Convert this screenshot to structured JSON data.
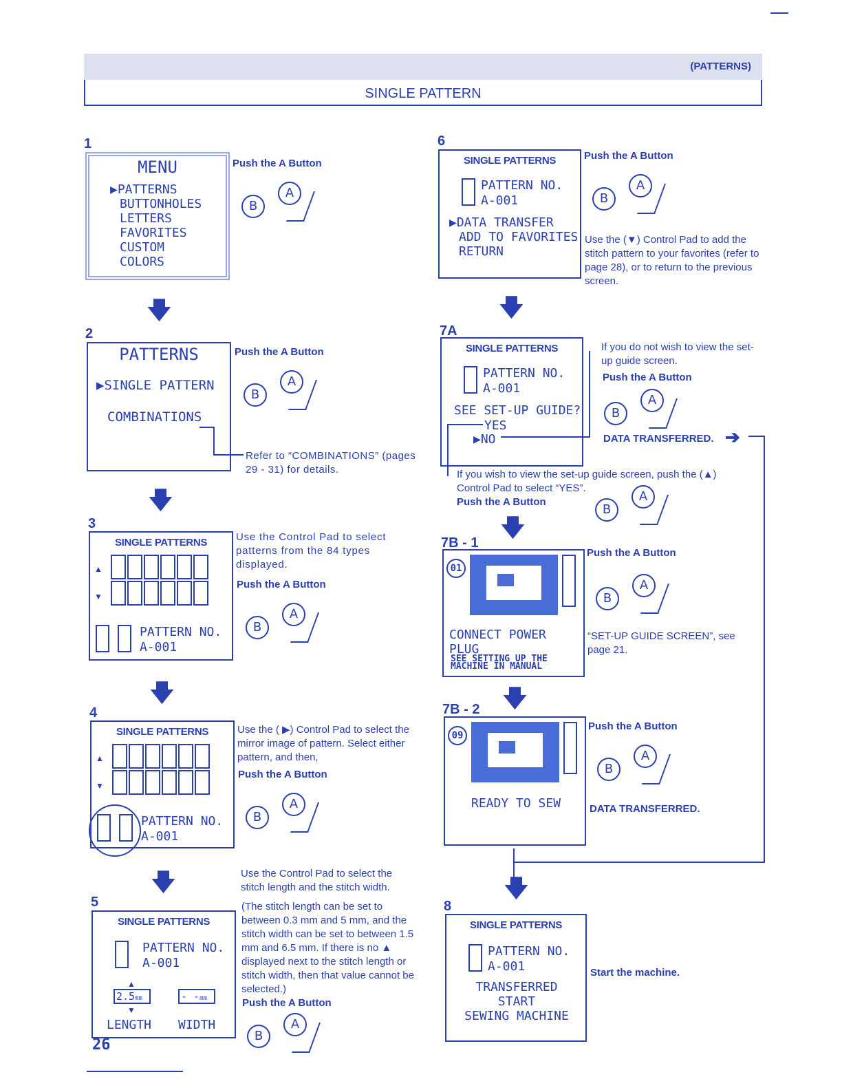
{
  "header": {
    "tag": "(PATTERNS)",
    "title": "SINGLE PATTERN"
  },
  "steps": {
    "s1": {
      "num": "1",
      "lcd_title": "MENU",
      "items": [
        "PATTERNS",
        "BUTTONHOLES",
        "LETTERS",
        "FAVORITES",
        "CUSTOM",
        "COLORS"
      ],
      "push": "Push the A Button"
    },
    "s2": {
      "num": "2",
      "lcd_title": "PATTERNS",
      "item1": "SINGLE PATTERN",
      "item2": "COMBINATIONS",
      "push": "Push the A Button",
      "note": "Refer to “COMBINATIONS” (pages 29 - 31) for details."
    },
    "s3": {
      "num": "3",
      "lcd_title": "SINGLE PATTERNS",
      "pattern_label": "PATTERN NO.",
      "pattern_no": "A-001",
      "note": "Use the Control Pad to select patterns from the 84 types displayed.",
      "push": "Push the A Button"
    },
    "s4": {
      "num": "4",
      "lcd_title": "SINGLE PATTERNS",
      "pattern_label": "PATTERN NO.",
      "pattern_no": "A-001",
      "note": "Use the ( ▶) Control Pad to select the mirror image of pattern. Select either pattern, and then,",
      "push": "Push the A Button"
    },
    "s5": {
      "num": "5",
      "lcd_title": "SINGLE PATTERNS",
      "pattern_label": "PATTERN NO.",
      "pattern_no": "A-001",
      "length_val": "2.5",
      "unit": "mm",
      "width_val": "- -",
      "length": "LENGTH",
      "width": "WIDTH",
      "note1": "Use the Control Pad to select the stitch length and the stitch width.",
      "note2": "(The stitch length can be set to between 0.3 mm and 5 mm, and the stitch width can be set to between 1.5 mm and 6.5 mm. If there is no ▲ displayed next to the stitch length or stitch width, then that value cannot be selected.)",
      "push": "Push the A Button"
    },
    "s6": {
      "num": "6",
      "lcd_title": "SINGLE PATTERNS",
      "pattern_label": "PATTERN NO.",
      "pattern_no": "A-001",
      "opt1": "DATA TRANSFER",
      "opt2": "ADD TO FAVORITES",
      "opt3": "RETURN",
      "push": "Push the A Button",
      "note": "Use the (▼) Control Pad to add the stitch pattern to your favorites (refer to page 28), or to return to the previous screen."
    },
    "s7a": {
      "num": "7A",
      "lcd_title": "SINGLE PATTERNS",
      "pattern_label": "PATTERN NO.",
      "pattern_no": "A-001",
      "question": "SEE SET-UP GUIDE?",
      "yes": "YES",
      "no": "NO",
      "note_no": "If you do not wish to view the set-up guide screen.",
      "push": "Push the A Button",
      "transferred": "DATA TRANSFERRED.",
      "note_yes": "If you wish to view the set-up guide screen, push the (▲) Control Pad to select “YES”.",
      "push2": "Push the A Button"
    },
    "s7b1": {
      "num": "7B - 1",
      "badge": "01",
      "line1": "CONNECT POWER PLUG",
      "line2": "SEE SETTING UP THE",
      "line3": "MACHINE IN MANUAL",
      "push": "Push the A Button",
      "note": "“SET-UP GUIDE SCREEN”, see page 21."
    },
    "s7b2": {
      "num": "7B - 2",
      "badge": "09",
      "line1": "READY TO SEW",
      "push": "Push the A Button",
      "transferred": "DATA TRANSFERRED."
    },
    "s8": {
      "num": "8",
      "lcd_title": "SINGLE PATTERNS",
      "pattern_label": "PATTERN NO.",
      "pattern_no": "A-001",
      "l1": "TRANSFERRED",
      "l2": "START",
      "l3": "SEWING MACHINE",
      "note": "Start the machine."
    }
  },
  "buttons": {
    "b": "B",
    "a": "A"
  },
  "page_number": "26"
}
